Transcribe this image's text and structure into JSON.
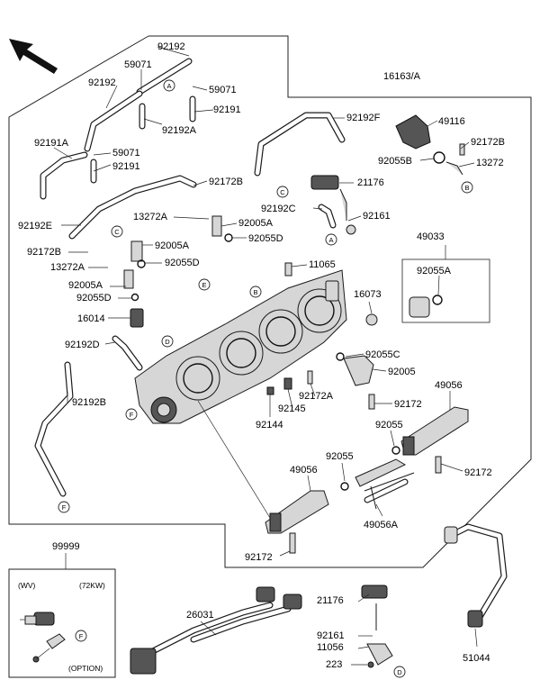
{
  "arrow_icon": "front-direction-arrow-icon",
  "main_assembly_label": "16163/A",
  "option_box": {
    "part_number": "99999",
    "variant_left": "(WV)",
    "variant_right": "(72KW)",
    "footer": "(OPTION)"
  },
  "part_labels": [
    {
      "id": "92192-top",
      "text": "92192"
    },
    {
      "id": "59071-top",
      "text": "59071"
    },
    {
      "id": "92192-left",
      "text": "92192"
    },
    {
      "id": "59071-a",
      "text": "59071"
    },
    {
      "id": "92191-a",
      "text": "92191"
    },
    {
      "id": "92192a",
      "text": "92192A"
    },
    {
      "id": "92191a",
      "text": "92191A"
    },
    {
      "id": "59071-b",
      "text": "59071"
    },
    {
      "id": "92191-b",
      "text": "92191"
    },
    {
      "id": "92192f",
      "text": "92192F"
    },
    {
      "id": "49116",
      "text": "49116"
    },
    {
      "id": "92172b-r",
      "text": "92172B"
    },
    {
      "id": "92055b",
      "text": "92055B"
    },
    {
      "id": "13272",
      "text": "13272"
    },
    {
      "id": "92172b-m",
      "text": "92172B"
    },
    {
      "id": "21176-top",
      "text": "21176"
    },
    {
      "id": "92192c",
      "text": "92192C"
    },
    {
      "id": "92161-top",
      "text": "92161"
    },
    {
      "id": "92192e",
      "text": "92192E"
    },
    {
      "id": "13272a-1",
      "text": "13272A"
    },
    {
      "id": "92005a-1",
      "text": "92005A"
    },
    {
      "id": "92055d-1",
      "text": "92055D"
    },
    {
      "id": "92005a-2",
      "text": "92005A"
    },
    {
      "id": "92172b-l",
      "text": "92172B"
    },
    {
      "id": "92055d-2",
      "text": "92055D"
    },
    {
      "id": "13272a-2",
      "text": "13272A"
    },
    {
      "id": "49033",
      "text": "49033"
    },
    {
      "id": "11065",
      "text": "11065"
    },
    {
      "id": "92005a-3",
      "text": "92005A"
    },
    {
      "id": "92055a",
      "text": "92055A"
    },
    {
      "id": "92055d-3",
      "text": "92055D"
    },
    {
      "id": "16073",
      "text": "16073"
    },
    {
      "id": "16014",
      "text": "16014"
    },
    {
      "id": "92192d",
      "text": "92192D"
    },
    {
      "id": "92055c",
      "text": "92055C"
    },
    {
      "id": "92005",
      "text": "92005"
    },
    {
      "id": "92192b",
      "text": "92192B"
    },
    {
      "id": "92172a",
      "text": "92172A"
    },
    {
      "id": "92172-r",
      "text": "92172"
    },
    {
      "id": "49056-r",
      "text": "49056"
    },
    {
      "id": "92144",
      "text": "92144"
    },
    {
      "id": "92145",
      "text": "92145"
    },
    {
      "id": "92055-r",
      "text": "92055"
    },
    {
      "id": "92055-m",
      "text": "92055"
    },
    {
      "id": "92172-rr",
      "text": "92172"
    },
    {
      "id": "49056-m",
      "text": "49056"
    },
    {
      "id": "49056a",
      "text": "49056A"
    },
    {
      "id": "92172-b",
      "text": "92172"
    },
    {
      "id": "99999",
      "text": "99999"
    },
    {
      "id": "26031",
      "text": "26031"
    },
    {
      "id": "21176-b",
      "text": "21176"
    },
    {
      "id": "92161-b",
      "text": "92161"
    },
    {
      "id": "11056",
      "text": "11056"
    },
    {
      "id": "223",
      "text": "223"
    },
    {
      "id": "51044",
      "text": "51044"
    }
  ],
  "callouts": {
    "a": "A",
    "b": "B",
    "c": "C",
    "d": "D",
    "e": "E",
    "f": "F"
  }
}
